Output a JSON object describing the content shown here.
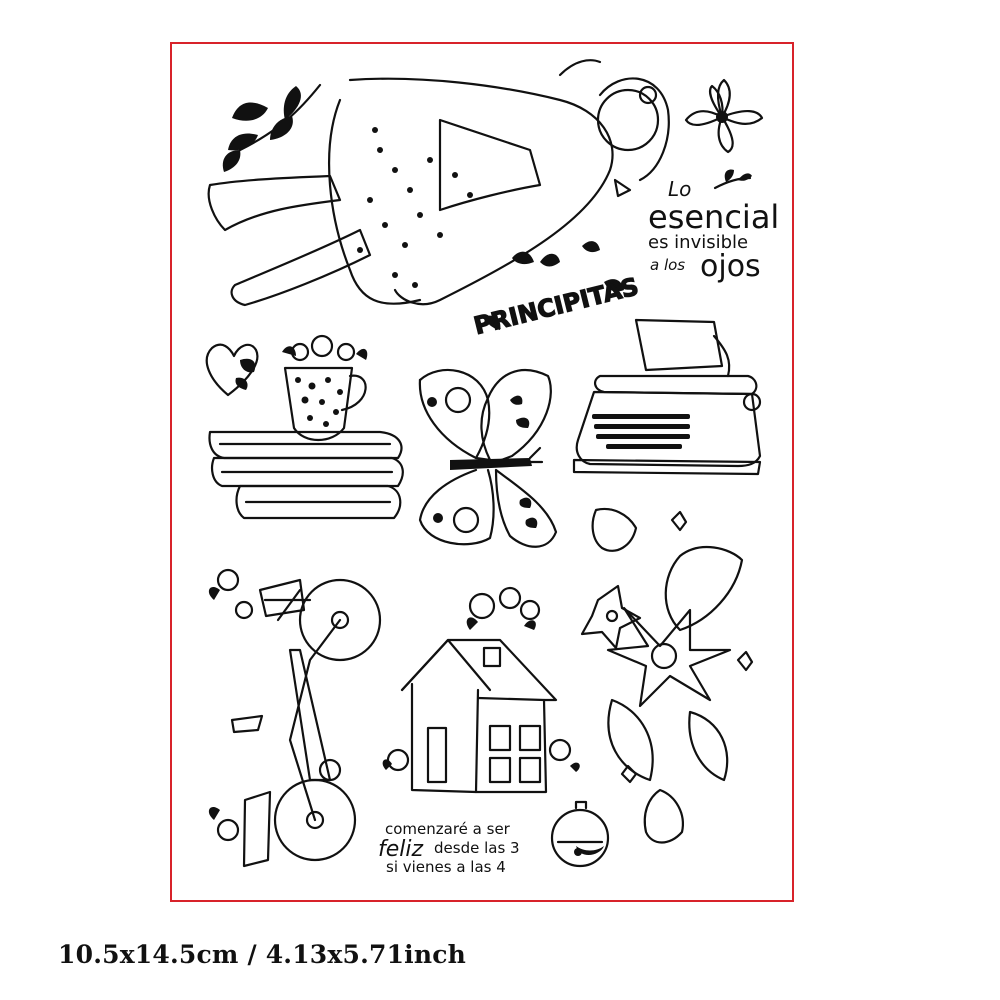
{
  "frame_color": "#d8232a",
  "quote_top": {
    "line1": "Lo",
    "line2": "esencial",
    "line3": "es invisible",
    "line4": "a los",
    "line5": "ojos"
  },
  "title_stamp": "PRINCIPITAS",
  "quote_bottom": {
    "line1": "comenzaré a ser",
    "line2_emphasis": "feliz",
    "line2_rest": "desde las 3",
    "line3": "si vienes a las 4"
  },
  "size_caption": "10.5x14.5cm / 4.13x5.71inch"
}
